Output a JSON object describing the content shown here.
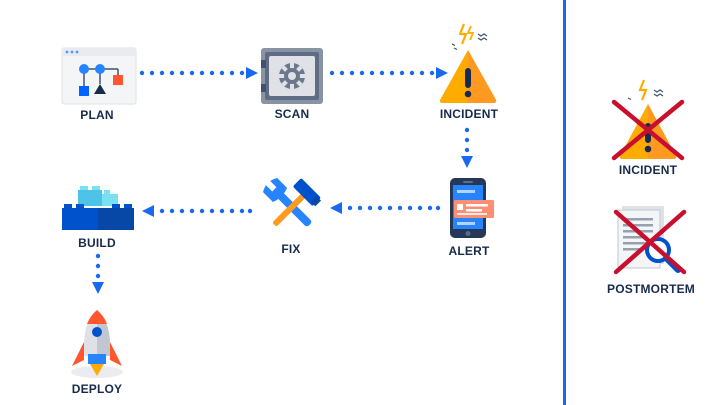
{
  "diagram": {
    "nodes": {
      "plan": "PLAN",
      "scan": "SCAN",
      "incident": "INCIDENT",
      "alert": "ALERT",
      "fix": "FIX",
      "build": "BUILD",
      "deploy": "DEPLOY"
    },
    "removed": {
      "incident": "INCIDENT",
      "postmortem": "POSTMORTEM"
    }
  },
  "colors": {
    "arrow": "#1868f0",
    "cross": "#c8102e",
    "warning": "#ffab00",
    "text": "#172b4d"
  }
}
